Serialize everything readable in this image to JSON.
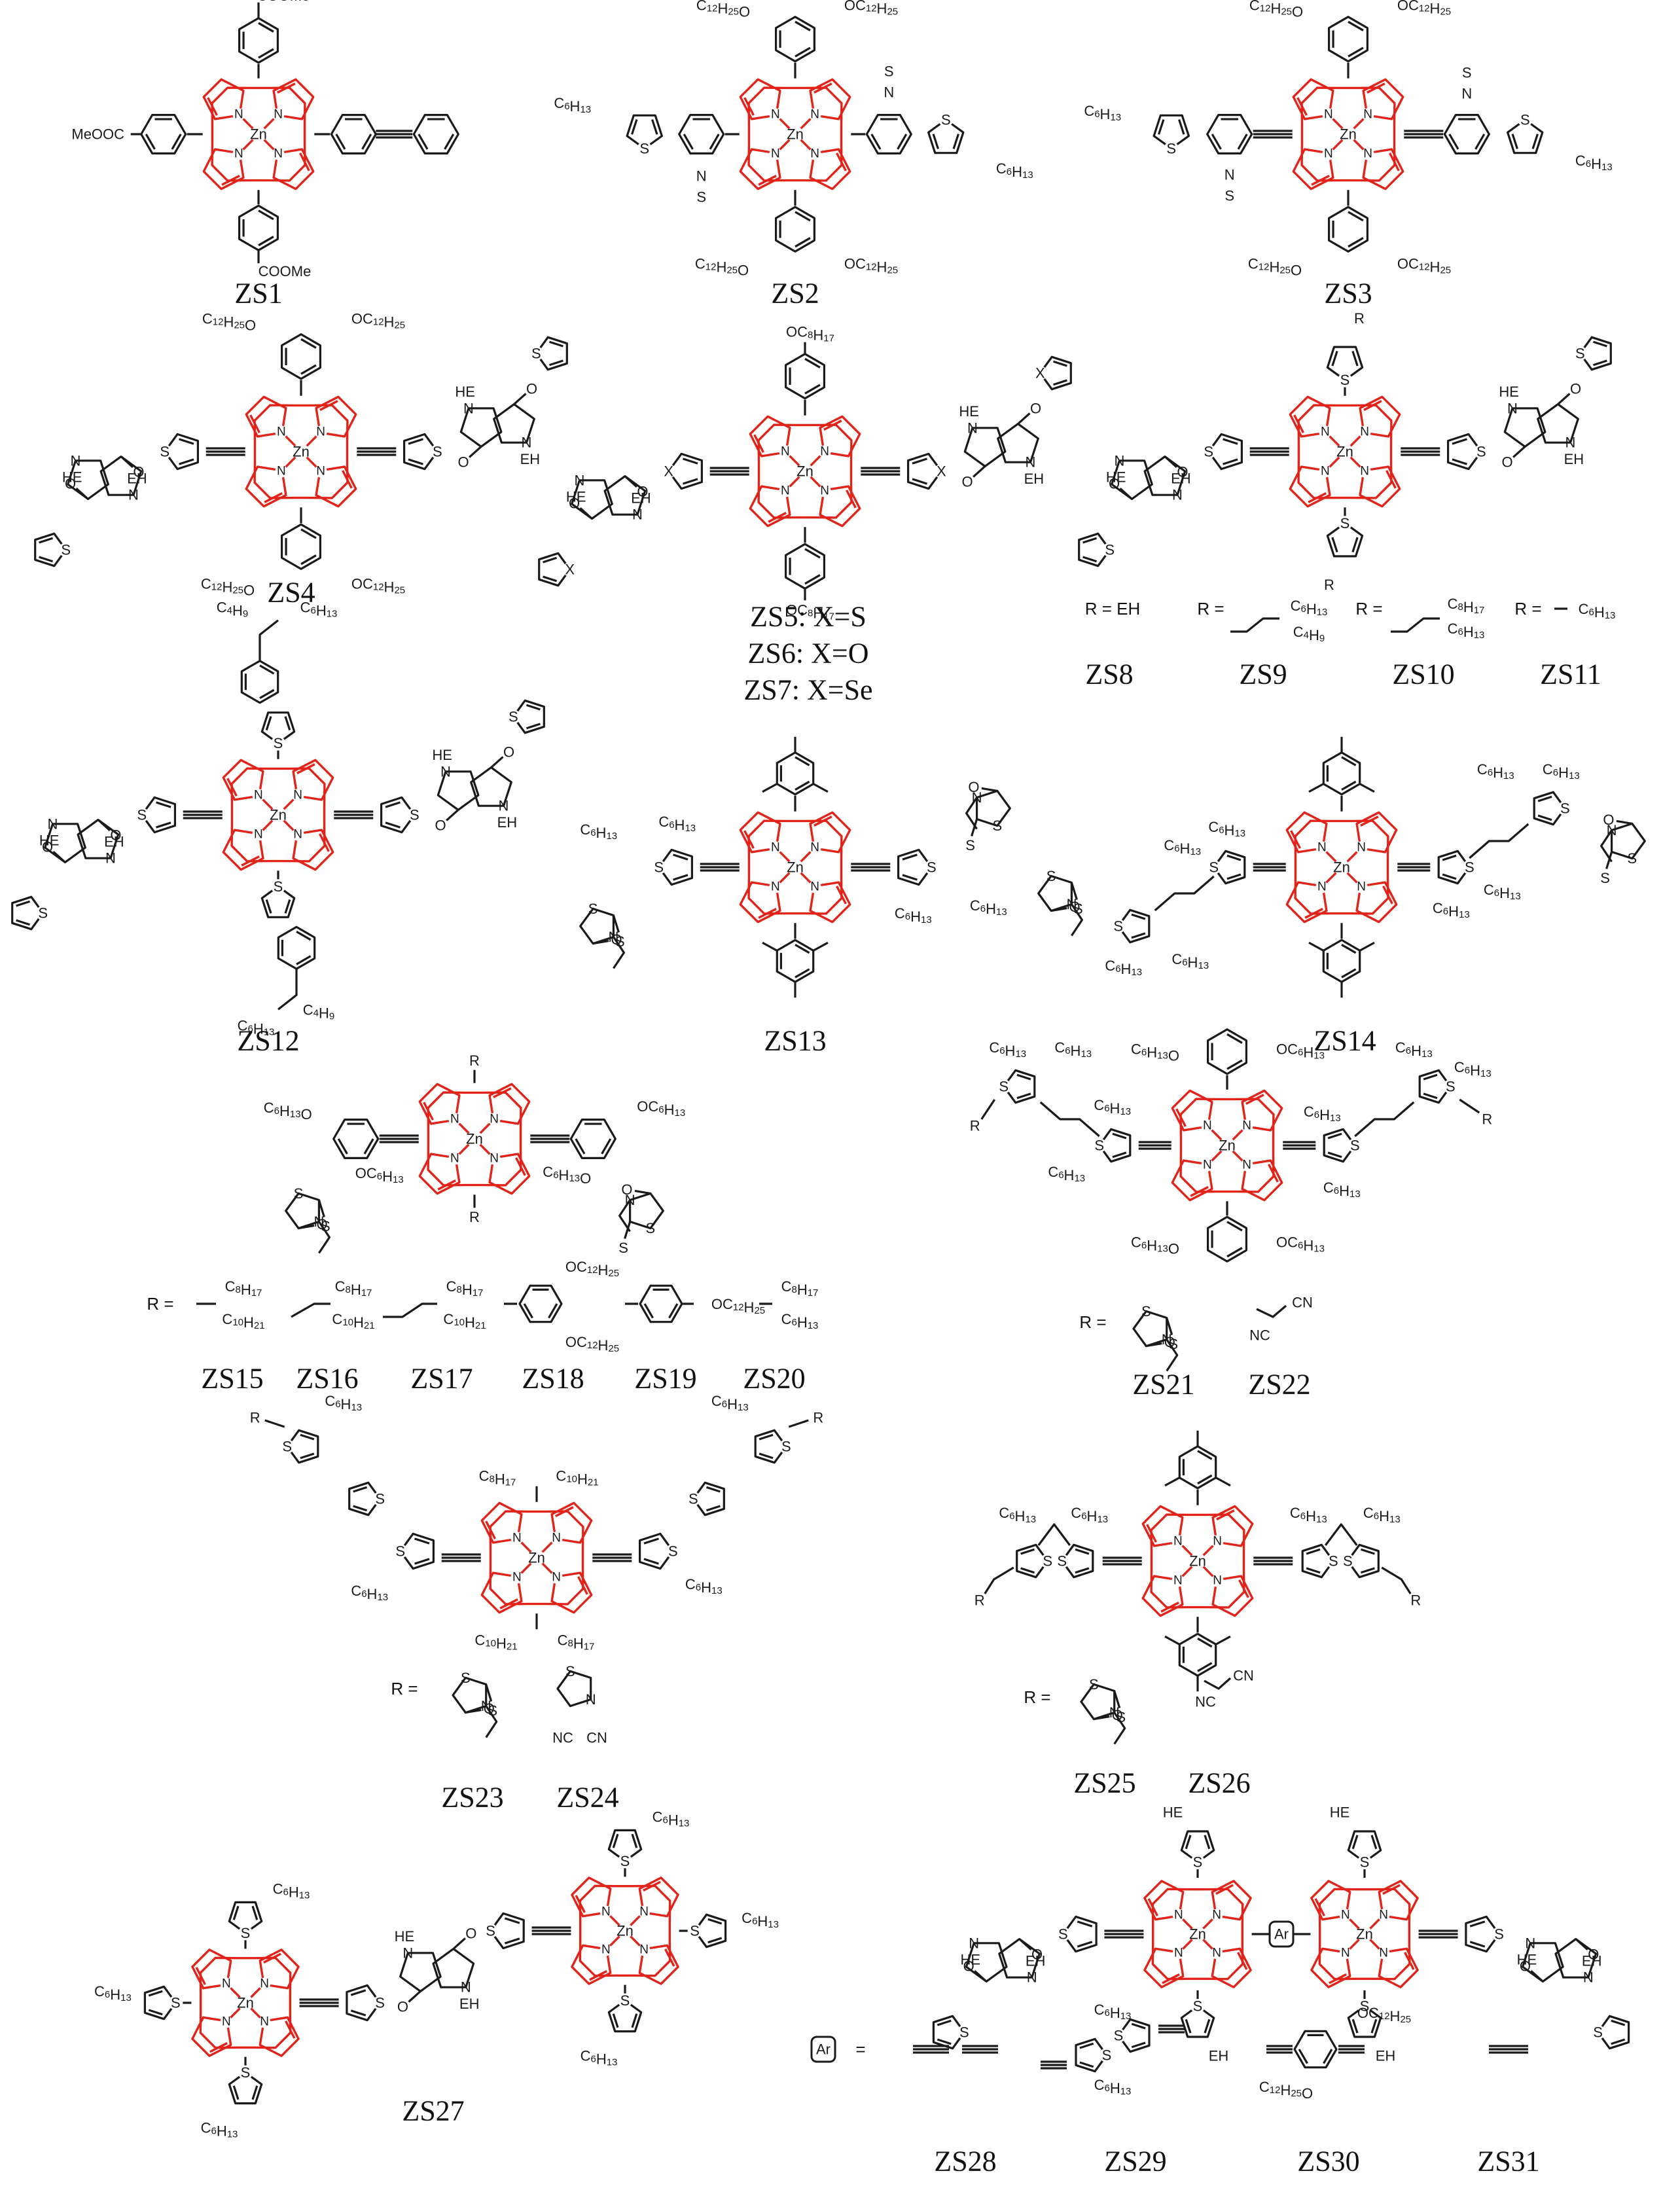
{
  "figure": {
    "compounds": [
      {
        "id": "ZS1",
        "label": "ZS1"
      },
      {
        "id": "ZS2",
        "label": "ZS2"
      },
      {
        "id": "ZS3",
        "label": "ZS3"
      },
      {
        "id": "ZS4",
        "label": "ZS4"
      },
      {
        "id": "ZS5",
        "label": "ZS5: X=S"
      },
      {
        "id": "ZS6",
        "label": "ZS6: X=O"
      },
      {
        "id": "ZS7",
        "label": "ZS7: X=Se"
      },
      {
        "id": "ZS8",
        "label": "ZS8"
      },
      {
        "id": "ZS9",
        "label": "ZS9"
      },
      {
        "id": "ZS10",
        "label": "ZS10"
      },
      {
        "id": "ZS11",
        "label": "ZS11"
      },
      {
        "id": "ZS12",
        "label": "ZS12"
      },
      {
        "id": "ZS13",
        "label": "ZS13"
      },
      {
        "id": "ZS14",
        "label": "ZS14"
      },
      {
        "id": "ZS15",
        "label": "ZS15"
      },
      {
        "id": "ZS16",
        "label": "ZS16"
      },
      {
        "id": "ZS17",
        "label": "ZS17"
      },
      {
        "id": "ZS18",
        "label": "ZS18"
      },
      {
        "id": "ZS19",
        "label": "ZS19"
      },
      {
        "id": "ZS20",
        "label": "ZS20"
      },
      {
        "id": "ZS21",
        "label": "ZS21"
      },
      {
        "id": "ZS22",
        "label": "ZS22"
      },
      {
        "id": "ZS23",
        "label": "ZS23"
      },
      {
        "id": "ZS24",
        "label": "ZS24"
      },
      {
        "id": "ZS25",
        "label": "ZS25"
      },
      {
        "id": "ZS26",
        "label": "ZS26"
      },
      {
        "id": "ZS27",
        "label": "ZS27"
      },
      {
        "id": "ZS28",
        "label": "ZS28"
      },
      {
        "id": "ZS29",
        "label": "ZS29"
      },
      {
        "id": "ZS30",
        "label": "ZS30"
      },
      {
        "id": "ZS31",
        "label": "ZS31"
      }
    ],
    "atoms": {
      "zn": "Zn",
      "n": "N",
      "s": "S",
      "o": "O",
      "x": "X",
      "r": "R",
      "nh": "N",
      "he": "HE",
      "eh": "EH",
      "nc": "NC",
      "cn": "CN"
    },
    "substituents": {
      "coome": "COOMe",
      "meooc": "MeOOC",
      "oc12": "OC12H25",
      "c12o": "C12H25O",
      "c6": "C6H13",
      "oc8": "OC8H17",
      "oc6": "OC6H13",
      "c6o": "C6H13O",
      "c4": "C4H9",
      "c8": "C8H17",
      "c10": "C10H21"
    },
    "r_definitions": {
      "r_eq": "R =",
      "r_eh": "R = EH",
      "ar": "Ar",
      "ar_eq": "="
    },
    "colors": {
      "porphyrin": "#e2231a",
      "bonds": "#1a1a1a",
      "background": "#ffffff"
    }
  }
}
